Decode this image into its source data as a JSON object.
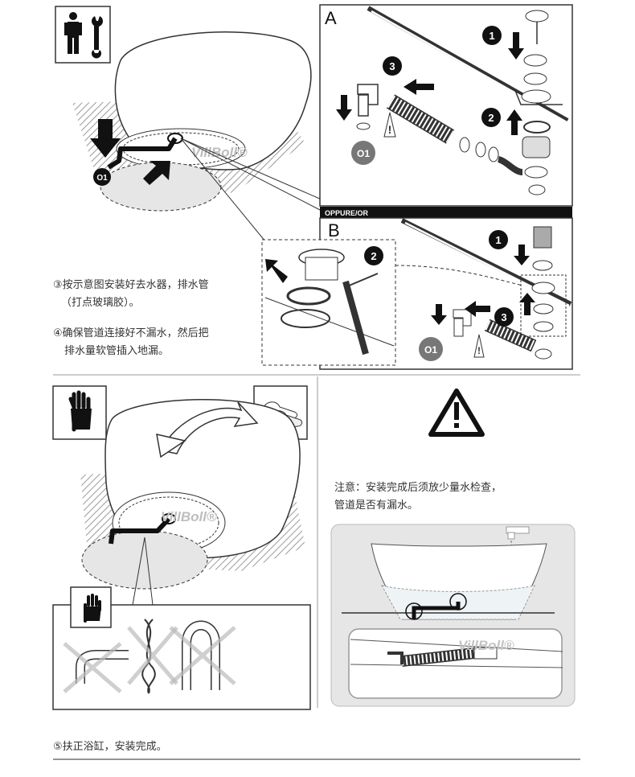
{
  "panel_a": {
    "label": "A",
    "steps": [
      "1",
      "2",
      "3"
    ],
    "part_code": "O1"
  },
  "separator_text": "OPPURE/OR",
  "panel_b": {
    "label": "B",
    "steps": [
      "1",
      "2",
      "3"
    ],
    "part_code": "O1",
    "detail_step": "2"
  },
  "top_left": {
    "part_code": "O1",
    "watermark": "VillBoll®"
  },
  "instructions": {
    "step3_line1": "③按示意图安装好去水器，排水管",
    "step3_line2": "（打点玻璃胶）。",
    "step4_line1": "④确保管道连接好不漏水，然后把",
    "step4_line2": "排水量软管插入地漏。"
  },
  "notice": {
    "line1": "注意：安装完成后须放少量水检查，",
    "line2": "管道是否有漏水。"
  },
  "step5": "⑤扶正浴缸，安装完成。",
  "watermark": "VillBoll®",
  "icons": {
    "worker_wrench": "worker-wrench-icon",
    "warning": "warning-triangle-icon",
    "hand_stop": "hand-stop-icon",
    "gloves": "gloves-icon",
    "faucet": "faucet-icon"
  }
}
